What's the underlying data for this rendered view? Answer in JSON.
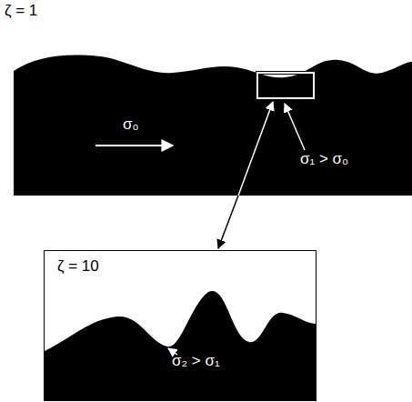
{
  "diagram": {
    "nodes": [
      {
        "text": [
          "ζ = 10",
          "σ₂ > σ₁"
        ]
      }
    ],
    "labels": [
      "ζ = 1",
      "σ₀",
      "σ₁ > σ₀"
    ]
  }
}
